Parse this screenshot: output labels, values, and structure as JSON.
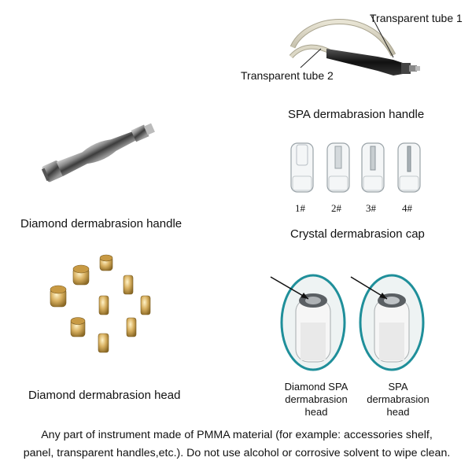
{
  "spa_handle": {
    "tube1_label": "Transparent tube 1",
    "tube2_label": "Transparent tube 2",
    "title": "SPA dermabrasion handle"
  },
  "diamond_handle": {
    "title": "Diamond dermabrasion handle"
  },
  "crystal_caps": {
    "items": [
      "1#",
      "2#",
      "3#",
      "4#"
    ],
    "title": "Crystal dermabrasion cap"
  },
  "diamond_head": {
    "title": "Diamond dermabrasion head"
  },
  "spa_heads": {
    "left_line1": "Diamond SPA",
    "left_line2": "dermabrasion head",
    "right_line1": "SPA",
    "right_line2": "dermabrasion head"
  },
  "note": {
    "line1": "Any part of instrument made of PMMA material (for example: accessories shelf,",
    "line2": "panel, transparent handles,etc.). Do not  use alcohol or corrosive solvent to wipe clean."
  }
}
